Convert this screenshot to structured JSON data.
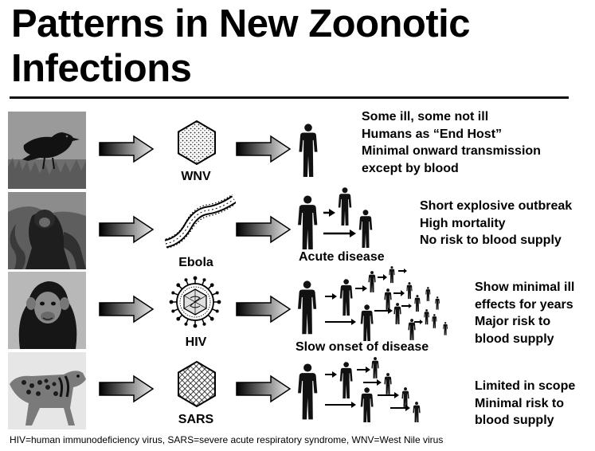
{
  "title": {
    "line1": "Patterns in New Zoonotic",
    "line2": "Infections"
  },
  "rows": [
    {
      "animal_icon": "crow-photo",
      "virus_icon": "wnv-virus-icon",
      "virus_label": "WNV",
      "description": [
        "Some ill, some not ill",
        "Humans as “End Host”",
        "Minimal onward transmission",
        "except by blood"
      ],
      "caption": ""
    },
    {
      "animal_icon": "monkey-photo",
      "virus_icon": "ebola-virus-icon",
      "virus_label": "Ebola",
      "description": [
        "Short explosive outbreak",
        "High mortality",
        "No risk to blood supply"
      ],
      "caption": "Acute disease"
    },
    {
      "animal_icon": "chimpanzee-photo",
      "virus_icon": "hiv-virus-icon",
      "virus_label": "HIV",
      "description": [
        "Show minimal ill",
        "effects for years",
        "Major risk to",
        "blood supply"
      ],
      "caption": "Slow onset of disease"
    },
    {
      "animal_icon": "civet-photo",
      "virus_icon": "sars-virus-icon",
      "virus_label": "SARS",
      "description": [
        "Limited in scope",
        "Minimal risk to",
        "blood supply"
      ],
      "caption": ""
    }
  ],
  "footer": "HIV=human immunodeficiency virus, SARS=severe acute respiratory syndrome, WNV=West Nile virus"
}
